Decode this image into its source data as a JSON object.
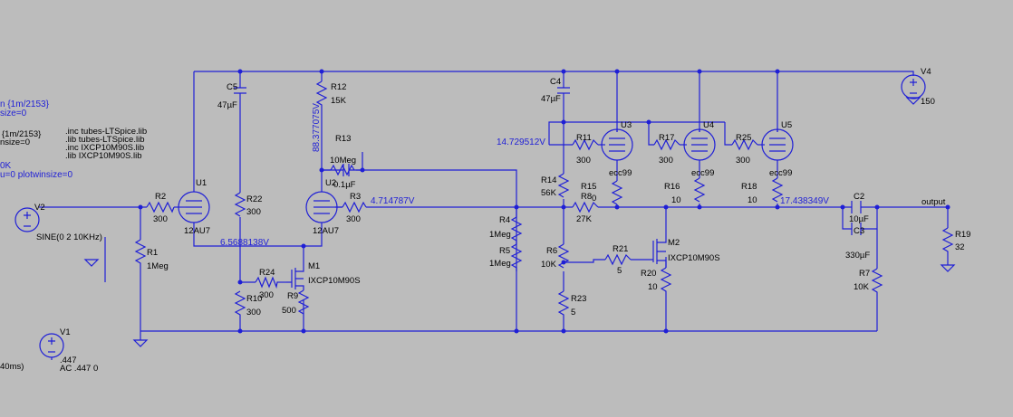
{
  "colors": {
    "background": "#bcbcbc",
    "wire": "#1f1fd6",
    "text": "#000000",
    "net_label": "#1f1fd6"
  },
  "directives": {
    "left_frag": [
      "n {1m/2153}",
      "size=0",
      "{1m/2153}",
      "nsize=0",
      "0K",
      "u=0 plotwinsize=0",
      "40ms)"
    ],
    "includes": [
      ".inc tubes-LTSpice.lib",
      ".lib tubes-LTSpice.lib",
      ".inc IXCP10M90S.lib",
      ".lib IXCP10M90S.lib"
    ]
  },
  "components": {
    "U1": {
      "name": "U1",
      "value": "12AU7"
    },
    "U2": {
      "name": "U2",
      "value": "12AU7"
    },
    "U3": {
      "name": "U3",
      "value": "ecc99"
    },
    "U4": {
      "name": "U4",
      "value": "ecc99"
    },
    "U5": {
      "name": "U5",
      "value": "ecc99"
    },
    "M1": {
      "name": "M1",
      "value": "IXCP10M90S"
    },
    "M2": {
      "name": "M2",
      "value": "IXCP10M90S"
    },
    "V1": {
      "name": "V1",
      "value": ".447",
      "value2": "AC .447 0"
    },
    "V2": {
      "name": "V2",
      "value": "SINE(0 2 10KHz)"
    },
    "V4": {
      "name": "V4",
      "value": "150"
    },
    "C2": {
      "name": "C2",
      "value": "10µF"
    },
    "C3": {
      "name": "C3",
      "value": "330µF"
    },
    "C4": {
      "name": "C4",
      "value": "47µF"
    },
    "C5": {
      "name": "C5",
      "value": "47µF"
    },
    "C13": {
      "name": "",
      "value": "0.1µF"
    },
    "R1": {
      "name": "R1",
      "value": "1Meg"
    },
    "R2": {
      "name": "R2",
      "value": "300"
    },
    "R3": {
      "name": "R3",
      "value": "300"
    },
    "R4": {
      "name": "R4",
      "value": "1Meg"
    },
    "R5": {
      "name": "R5",
      "value": "1Meg"
    },
    "R6": {
      "name": "R6",
      "value": "10K"
    },
    "R7": {
      "name": "R7",
      "value": "10K"
    },
    "R8": {
      "name": "R8",
      "value": "27K"
    },
    "R9": {
      "name": "R9",
      "value": "500"
    },
    "R10": {
      "name": "R10",
      "value": "300"
    },
    "R11": {
      "name": "R11",
      "value": "300"
    },
    "R12": {
      "name": "R12",
      "value": "15K"
    },
    "R13": {
      "name": "R13",
      "value": "10Meg"
    },
    "R14": {
      "name": "R14",
      "value": "56K"
    },
    "R15": {
      "name": "R15",
      "value": "0"
    },
    "R16": {
      "name": "R16",
      "value": "10"
    },
    "R17": {
      "name": "R17",
      "value": "300"
    },
    "R18": {
      "name": "R18",
      "value": "10"
    },
    "R19": {
      "name": "R19",
      "value": "32"
    },
    "R20": {
      "name": "R20",
      "value": "10"
    },
    "R21": {
      "name": "R21",
      "value": "5"
    },
    "R22": {
      "name": "R22",
      "value": "300"
    },
    "R23": {
      "name": "R23",
      "value": "5"
    },
    "R24": {
      "name": "R24",
      "value": "300"
    },
    "R25": {
      "name": "R25",
      "value": "300"
    }
  },
  "nets": {
    "n1": "88.377075V",
    "n2": "14.729512V",
    "n3": "4.714787V",
    "n4": "6.5688138V",
    "n5": "17.438349V",
    "out": "output"
  }
}
